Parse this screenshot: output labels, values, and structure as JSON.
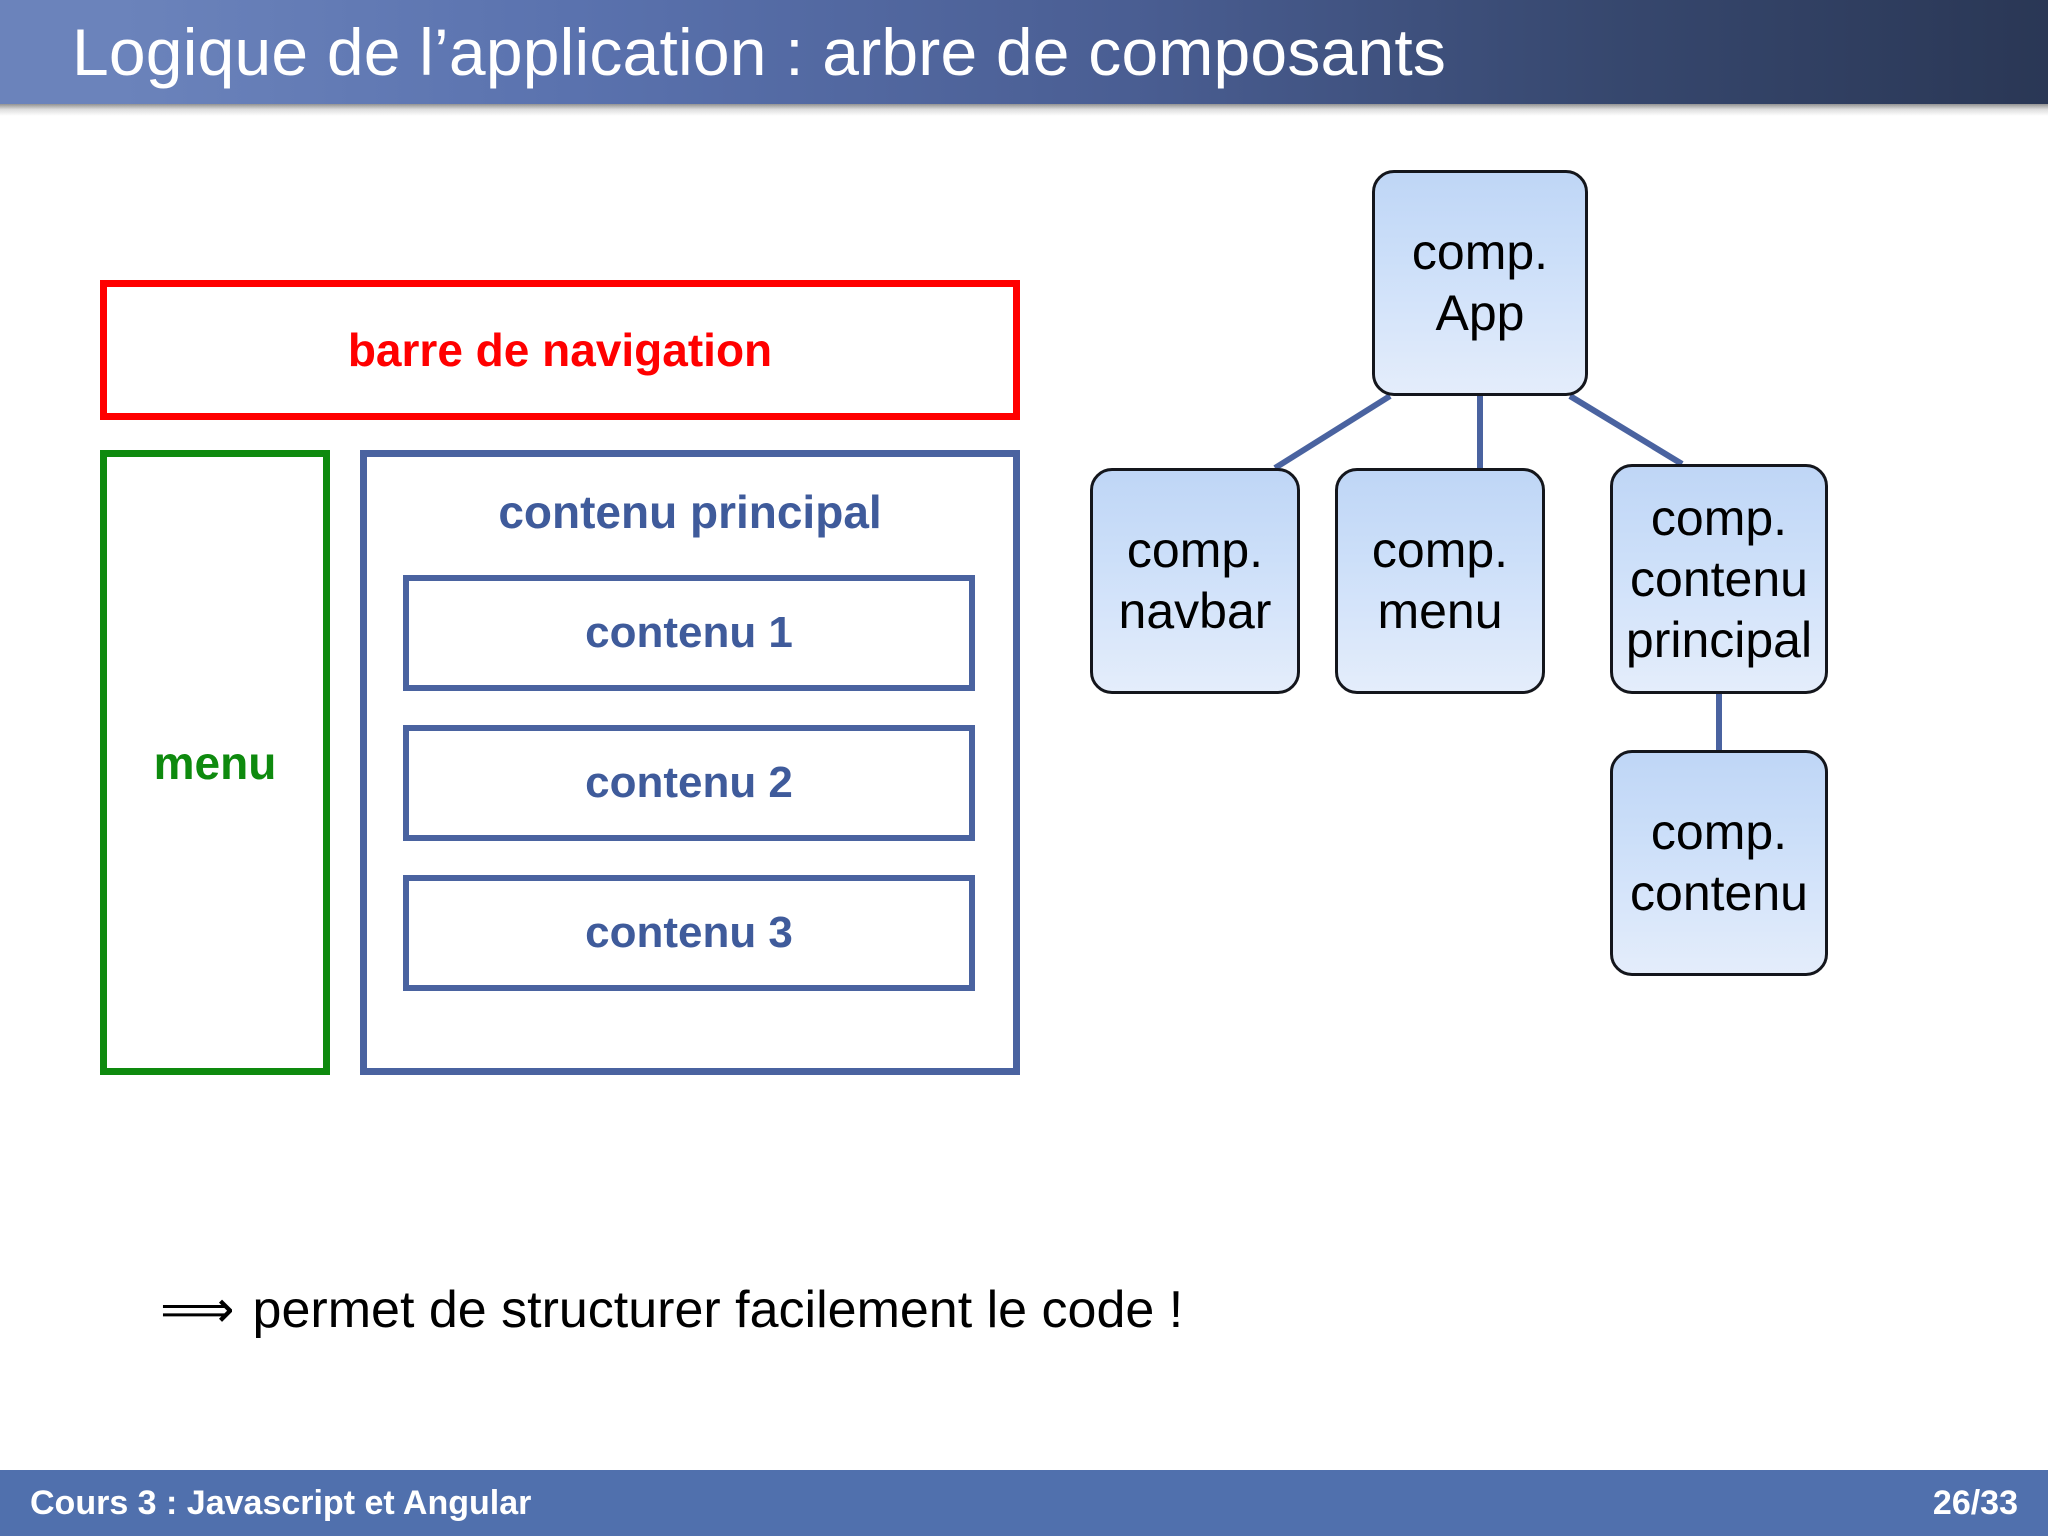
{
  "header": {
    "title": "Logique de l’application : arbre de composants"
  },
  "footer": {
    "course": "Cours 3 : Javascript et Angular",
    "page": "26/33"
  },
  "colors": {
    "header_gradient_start": "#6B83BB",
    "header_gradient_end": "#2A3755",
    "footer_bar": "#5070AD",
    "navbar_red": "#FF0000",
    "menu_green": "#0E8A0E",
    "main_blue": "#4A63A0",
    "node_fill_top": "#BFD6F6",
    "node_fill_bottom": "#E4EDFB",
    "node_border": "#14161C",
    "connector": "#4A63A0"
  },
  "wireframe": {
    "navbar_label": "barre de navigation",
    "menu_label": "menu",
    "main_label": "contenu principal",
    "sections": [
      {
        "label": "contenu 1"
      },
      {
        "label": "contenu 2"
      },
      {
        "label": "contenu 3"
      }
    ]
  },
  "tree": {
    "nodes": [
      {
        "id": "app",
        "line1": "comp.",
        "line2": "App",
        "line3": ""
      },
      {
        "id": "navbar",
        "line1": "comp.",
        "line2": "navbar",
        "line3": ""
      },
      {
        "id": "menu",
        "line1": "comp.",
        "line2": "menu",
        "line3": ""
      },
      {
        "id": "main",
        "line1": "comp.",
        "line2": "contenu",
        "line3": "principal"
      },
      {
        "id": "contenu",
        "line1": "comp.",
        "line2": "contenu",
        "line3": ""
      }
    ],
    "edges": [
      {
        "from": "app",
        "to": "navbar"
      },
      {
        "from": "app",
        "to": "menu"
      },
      {
        "from": "app",
        "to": "main"
      },
      {
        "from": "main",
        "to": "contenu"
      }
    ]
  },
  "conclusion": {
    "arrow": "⟹",
    "text": "permet de structurer facilement le code !"
  }
}
